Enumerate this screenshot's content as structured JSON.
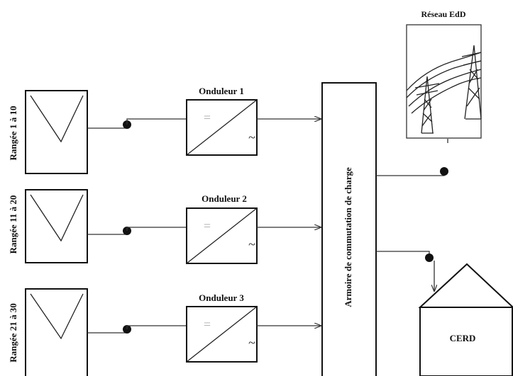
{
  "grid_label": "Réseau EdD",
  "rows": [
    {
      "label": "Rangée 1 à 10",
      "inverter": "Onduleur 1"
    },
    {
      "label": "Rangée 11 à 20",
      "inverter": "Onduleur 2"
    },
    {
      "label": "Rangée 21 à 30",
      "inverter": "Onduleur 3"
    }
  ],
  "inverter_symbols": {
    "dc": "=",
    "ac": "~"
  },
  "switch_cabinet_label": "Armoire de commutation de charge",
  "cerd_label": "CERD",
  "colors": {
    "line": "#111111",
    "dc_symbol": "#aaaaaa",
    "background": "#ffffff"
  },
  "icons": [
    "solar-panel-icon",
    "inverter-icon",
    "transmission-tower-icon",
    "building-icon"
  ]
}
